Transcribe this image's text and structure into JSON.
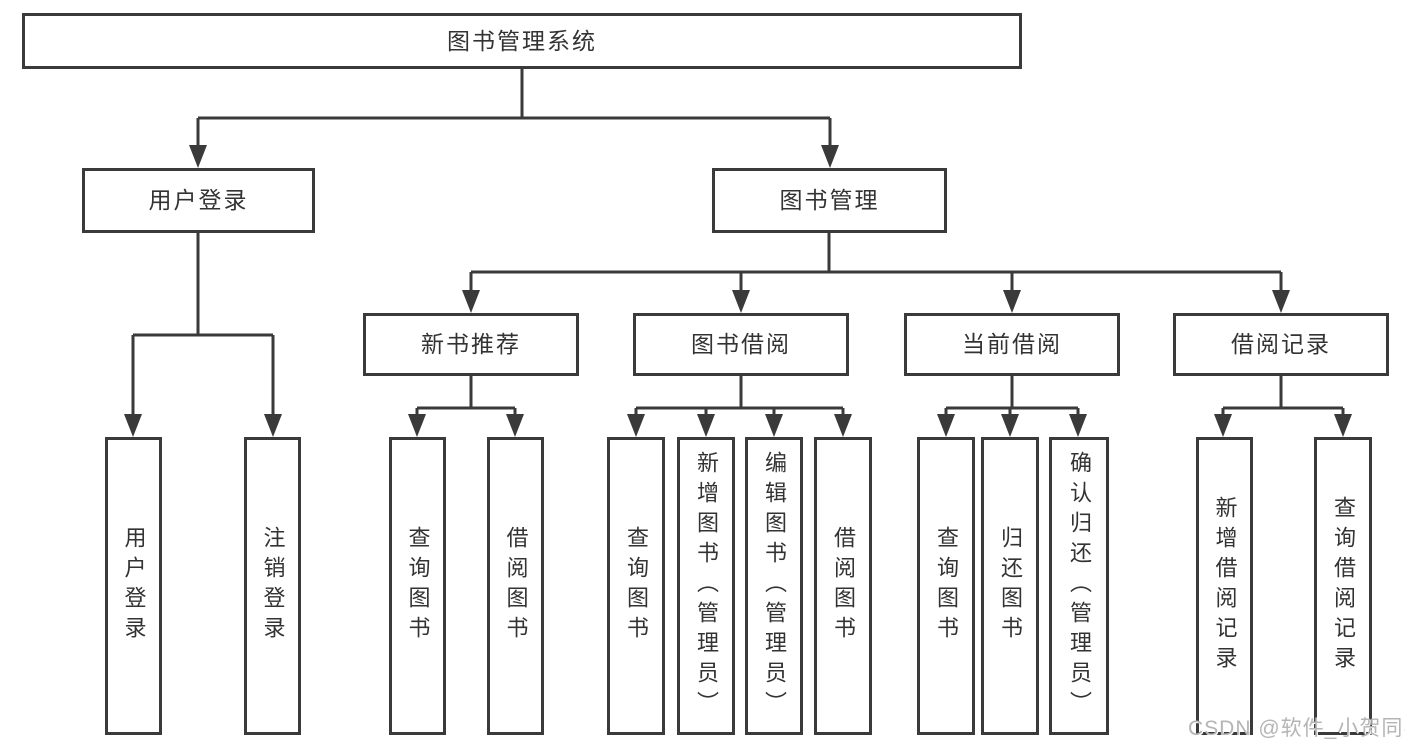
{
  "colors": {
    "line": "#3a3a3a",
    "box_border": "#3a3a3a",
    "box_background": "#ffffff",
    "text": "#333333",
    "watermark": "#b5b5b5"
  },
  "tree": {
    "root": {
      "label": "图书管理系统"
    },
    "level2": [
      {
        "label": "用户登录"
      },
      {
        "label": "图书管理"
      }
    ],
    "level3": [
      {
        "label": "新书推荐"
      },
      {
        "label": "图书借阅"
      },
      {
        "label": "当前借阅"
      },
      {
        "label": "借阅记录"
      }
    ],
    "leaves": {
      "user": [
        {
          "label": "用户登录"
        },
        {
          "label": "注销登录"
        }
      ],
      "recommend": [
        {
          "label": "查询图书"
        },
        {
          "label": "借阅图书"
        }
      ],
      "borrow": [
        {
          "label": "查询图书"
        },
        {
          "label": "新增图书（管理员）"
        },
        {
          "label": "编辑图书（管理员）"
        },
        {
          "label": "借阅图书"
        }
      ],
      "current": [
        {
          "label": "查询图书"
        },
        {
          "label": "归还图书"
        },
        {
          "label": "确认归还（管理员）"
        }
      ],
      "records": [
        {
          "label": "新增借阅记录"
        },
        {
          "label": "查询借阅记录"
        }
      ]
    }
  },
  "watermark": {
    "text": "CSDN @软件_小贺同学"
  }
}
